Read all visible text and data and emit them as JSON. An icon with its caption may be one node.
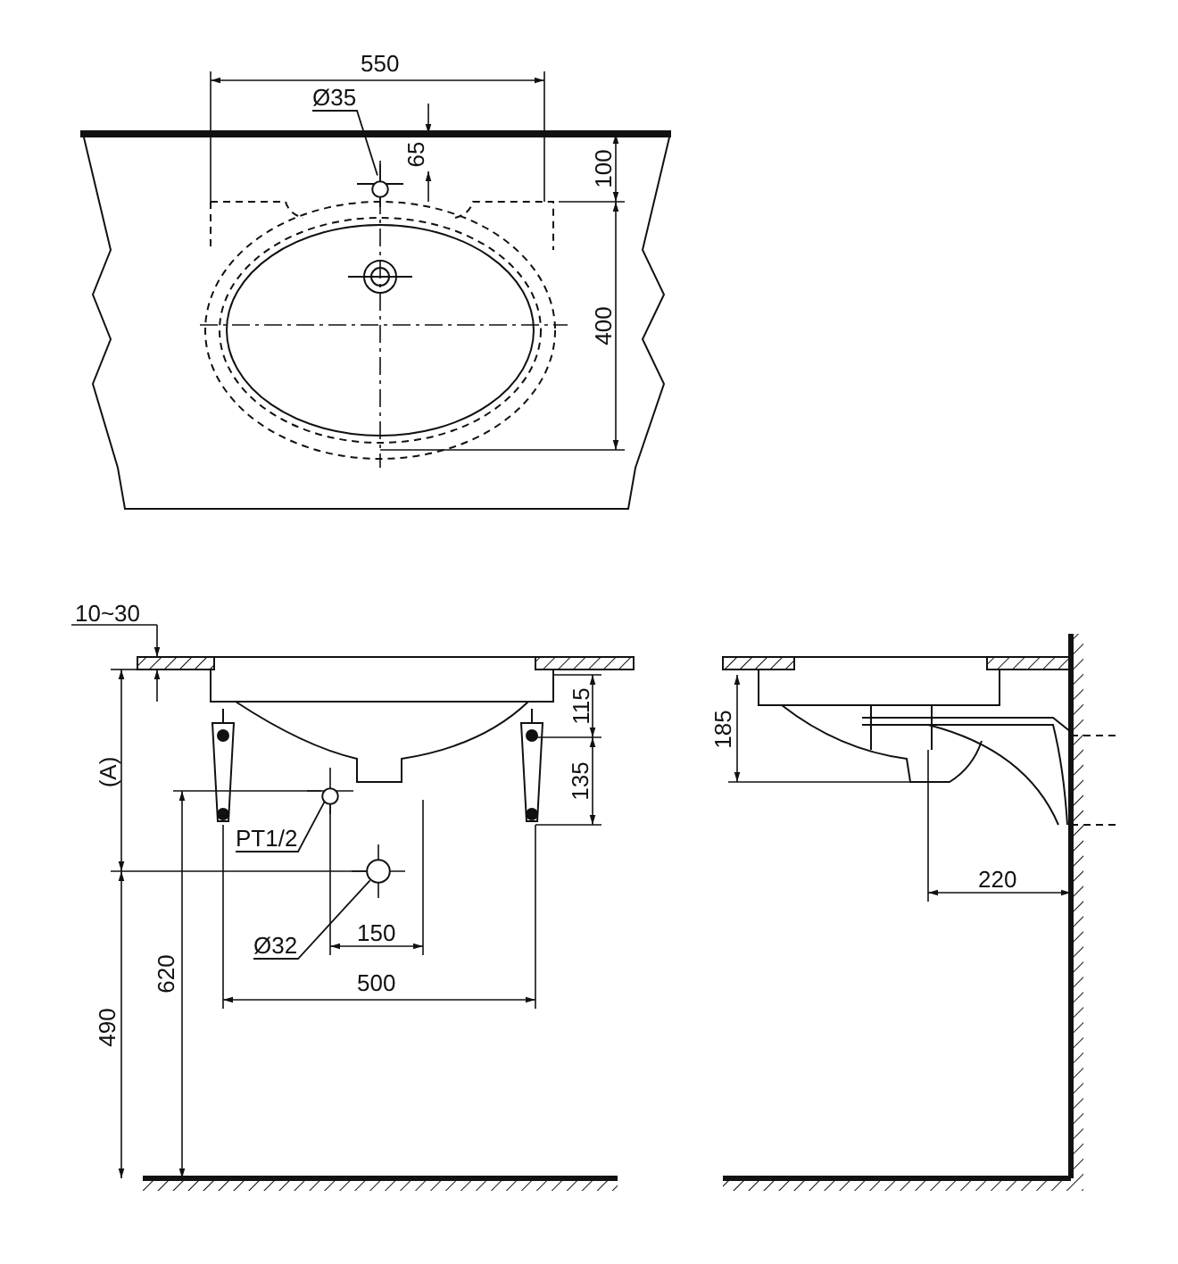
{
  "diagram": {
    "nodes": [
      {
        "text": [
          "Ø35"
        ]
      },
      {
        "text": [],
        "shape": "circle"
      },
      {
        "text": [
          "PT1/2"
        ]
      },
      {
        "text": [],
        "shape": "circle"
      },
      {
        "text": [
          "Ø32"
        ]
      },
      {
        "text": [],
        "shape": "circle"
      }
    ],
    "edges": [
      {
        "from": 0,
        "to": 1,
        "arrow": "none"
      },
      {
        "from": 2,
        "to": 3,
        "arrow": "none"
      },
      {
        "from": 4,
        "to": 5,
        "arrow": "none"
      }
    ],
    "labels": [
      "550",
      "65",
      "100",
      "400",
      "10~30",
      "(A)",
      "115",
      "135",
      "150",
      "500",
      "620",
      "490",
      "185",
      "220"
    ]
  }
}
